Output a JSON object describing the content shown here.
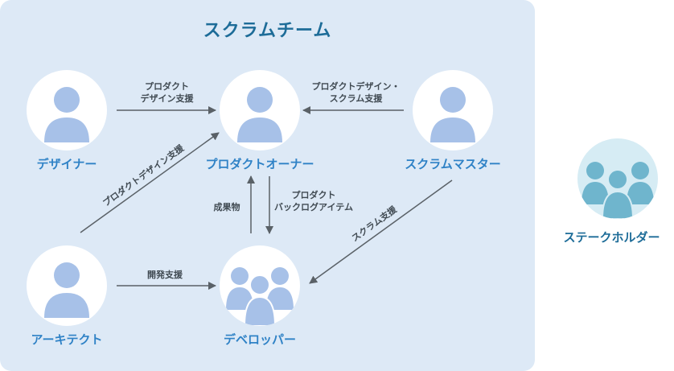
{
  "team": {
    "title": "スクラムチーム"
  },
  "roles": {
    "designer": "デザイナー",
    "product_owner": "プロダクトオーナー",
    "scrum_master": "スクラムマスター",
    "architect": "アーキテクト",
    "developer": "デベロッパー",
    "stakeholder": "ステークホルダー"
  },
  "arrows": {
    "designer_to_po": [
      "プロダクト",
      "デザイン支援"
    ],
    "sm_to_po": [
      "プロダクトデザイン・",
      "スクラム支援"
    ],
    "architect_to_po": "プロダクトデザイン支援",
    "dev_to_po": "成果物",
    "po_to_dev": [
      "プロダクト",
      "バックログアイテム"
    ],
    "architect_to_dev": "開発支援",
    "sm_to_dev": "スクラム支援"
  },
  "colors": {
    "panel": "#dde9f6",
    "title": "#1d6c98",
    "label": "#2f82c6",
    "person": "#a7c1e8",
    "stakeholder_person": "#6fb5cd",
    "arrow": "#5a6167"
  }
}
